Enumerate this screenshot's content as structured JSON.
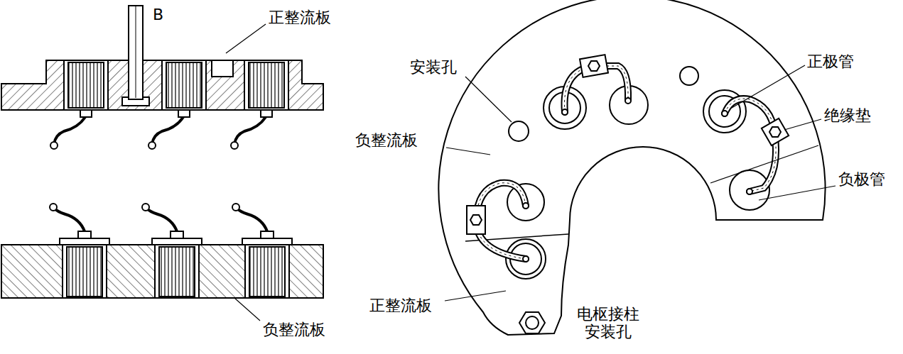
{
  "diagram": {
    "labels": [
      "B",
      "正整流板",
      "安装孔",
      "正极管",
      "绝缘垫",
      "负整流板",
      "负极管",
      "负整流板",
      "正整流板",
      "电枢接柱 安装孔"
    ]
  }
}
